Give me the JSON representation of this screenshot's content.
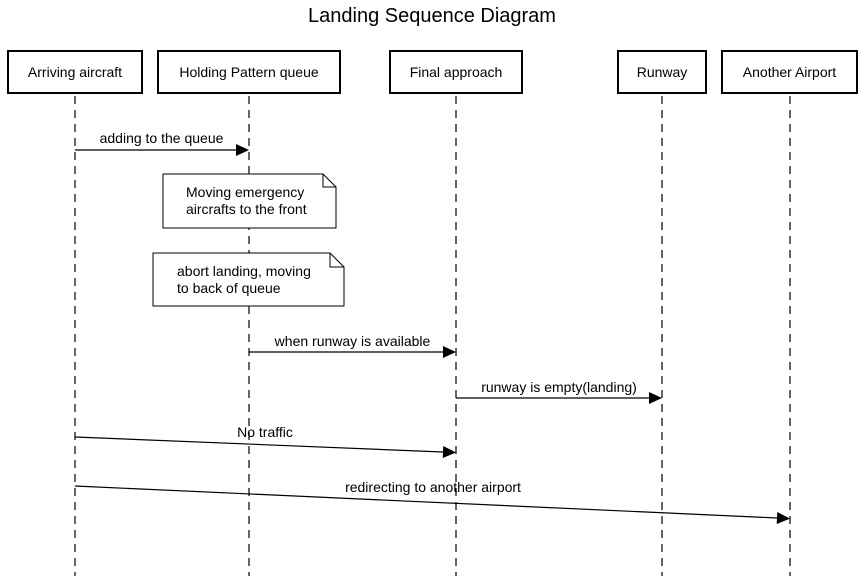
{
  "diagram": {
    "title": "Landing Sequence Diagram",
    "participants": [
      "Arriving aircraft",
      "Holding Pattern queue",
      "Final approach",
      "Runway",
      "Another Airport"
    ],
    "messages": [
      {
        "from": "Arriving aircraft",
        "to": "Holding Pattern queue",
        "label": "adding to the queue"
      },
      {
        "from": "Holding Pattern queue",
        "to": "Final approach",
        "label": "when runway is available"
      },
      {
        "from": "Final approach",
        "to": "Runway",
        "label": "runway is empty(landing)"
      },
      {
        "from": "Arriving aircraft",
        "to": "Final approach",
        "label": "No traffic"
      },
      {
        "from": "Arriving aircraft",
        "to": "Another Airport",
        "label": "redirecting to another airport"
      }
    ],
    "notes": [
      {
        "over": "Holding Pattern queue",
        "lines": [
          "Moving emergency",
          "aircrafts to the front"
        ]
      },
      {
        "over": "Holding Pattern queue",
        "lines": [
          "abort landing, moving",
          "to back of queue"
        ]
      }
    ]
  }
}
